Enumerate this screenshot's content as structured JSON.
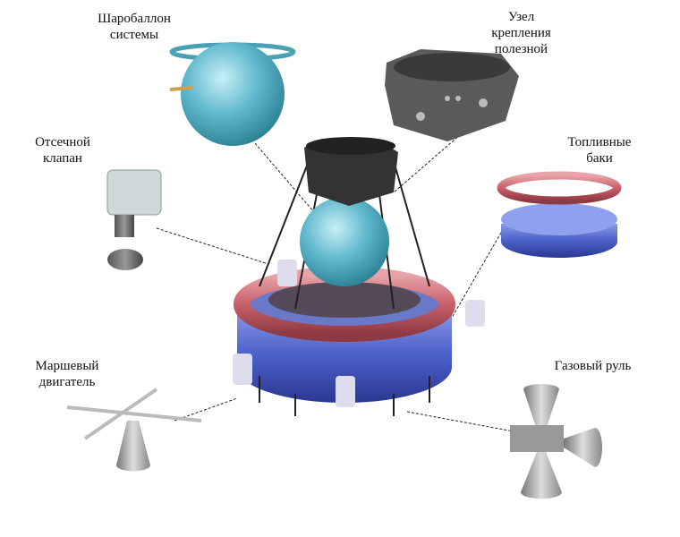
{
  "labels": {
    "gas_balloon": "Шаробаллон\nсистемы",
    "payload_mount": "Узел\nкрепления\nполезной",
    "cutoff_valve": "Отсечной\nклапан",
    "fuel_tanks": "Топливные\nбаки",
    "main_engine": "Маршевый\nдвигатель",
    "gas_rudder": "Газовый руль"
  },
  "colors": {
    "balloon": "#5fb8cc",
    "tank_red": "#c8606a",
    "tank_blue": "#4a5fc8",
    "frame": "#333333"
  }
}
